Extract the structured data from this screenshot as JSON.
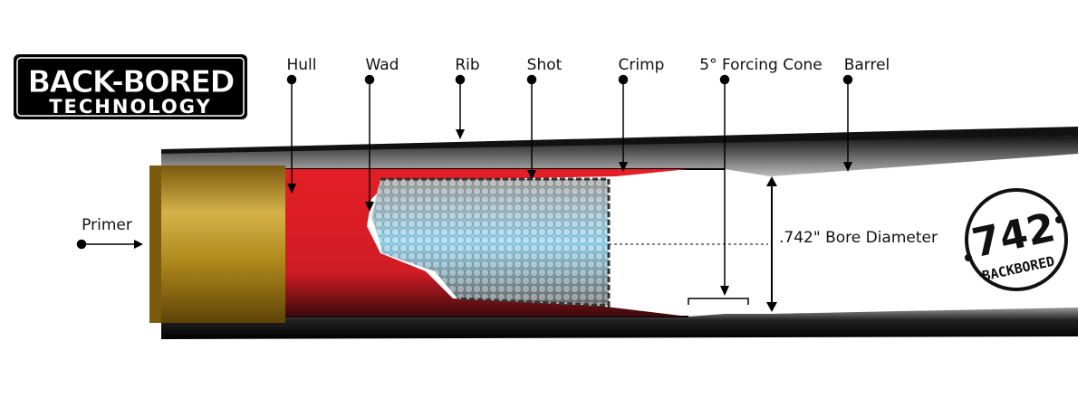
{
  "logo": {
    "line1": "BACK-BORED",
    "line2": "TECHNOLOGY"
  },
  "badge": {
    "number": "742",
    "text": "BACKBORED"
  },
  "labels": {
    "hull": "Hull",
    "wad": "Wad",
    "rib": "Rib",
    "shot": "Shot",
    "crimp": "Crimp",
    "forcing_cone": "5° Forcing Cone",
    "barrel": "Barrel",
    "primer": "Primer",
    "bore_diameter": ".742\" Bore Diameter"
  },
  "colors": {
    "hull_red": "#e41e26",
    "brass": "#b8901e",
    "barrel": "#1a1a1a",
    "shot_highlight": "#8fd3ef"
  }
}
